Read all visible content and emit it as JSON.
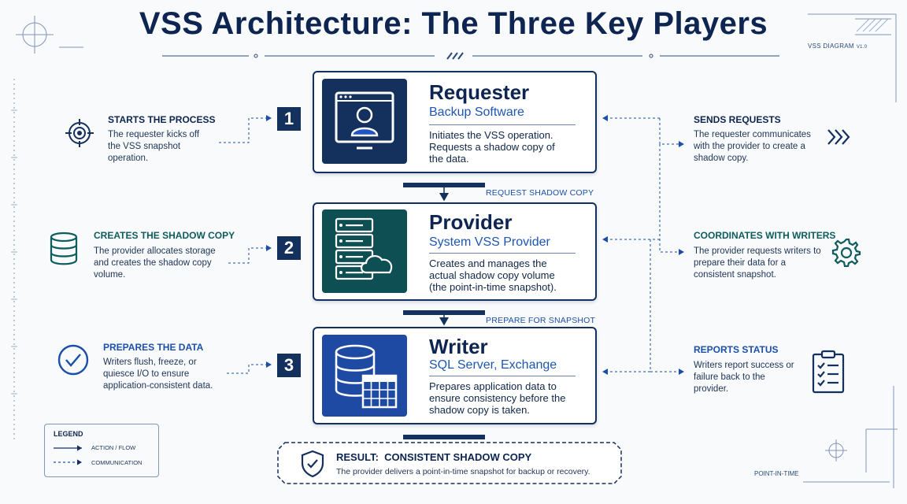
{
  "title": "VSS Architecture: The Three Key Players",
  "tag": {
    "text": "VSS DIAGRAM",
    "version": "V1.0"
  },
  "colors": {
    "navy": "#14305c",
    "teal": "#0e4f54",
    "blue": "#1f4aa3",
    "accent": "#1d57b3"
  },
  "players": [
    {
      "number": "1",
      "name": "Requester",
      "subtitle": "Backup Software",
      "icon": "monitor-user-icon",
      "description": "Initiates the VSS operation. Requests a shadow copy of the data."
    },
    {
      "number": "2",
      "name": "Provider",
      "subtitle": "System VSS Provider",
      "icon": "server-cloud-icon",
      "description": "Creates and manages the actual shadow copy volume (the point-in-time snapshot)."
    },
    {
      "number": "3",
      "name": "Writer",
      "subtitle": "SQL Server, Exchange",
      "icon": "database-table-icon",
      "description": "Prepares application data to ensure consistency before the shadow copy is taken."
    }
  ],
  "flows": [
    {
      "label": "REQUEST SHADOW COPY"
    },
    {
      "label": "PREPARE FOR SNAPSHOT"
    }
  ],
  "left_notes": [
    {
      "heading": "STARTS THE PROCESS",
      "icon": "target-icon",
      "text": "The requester kicks off the VSS snapshot operation."
    },
    {
      "heading": "CREATES THE SHADOW COPY",
      "icon": "database-icon",
      "text": "The provider allocates storage and creates the shadow copy volume."
    },
    {
      "heading": "PREPARES THE DATA",
      "icon": "check-circle-icon",
      "text": "Writers flush, freeze, or quiesce I/O to ensure application-consistent data."
    }
  ],
  "right_notes": [
    {
      "heading": "SENDS REQUESTS",
      "icon": "chevrons-right-icon",
      "text": "The requester communicates with the provider to create a shadow copy."
    },
    {
      "heading": "COORDINATES WITH WRITERS",
      "icon": "gear-icon",
      "text": "The provider requests writers to prepare their data for a consistent snapshot."
    },
    {
      "heading": "REPORTS STATUS",
      "icon": "clipboard-checklist-icon",
      "text": "Writers report success or failure back to the provider."
    }
  ],
  "legend": {
    "title": "LEGEND",
    "action": "ACTION / FLOW",
    "communication": "COMMUNICATION"
  },
  "result": {
    "heading": "RESULT:  CONSISTENT SHADOW COPY",
    "text": "The provider delivers a point-in-time snapshot for backup or recovery.",
    "icon": "shield-check-icon"
  },
  "corner_label": "POINT-IN-TIME"
}
